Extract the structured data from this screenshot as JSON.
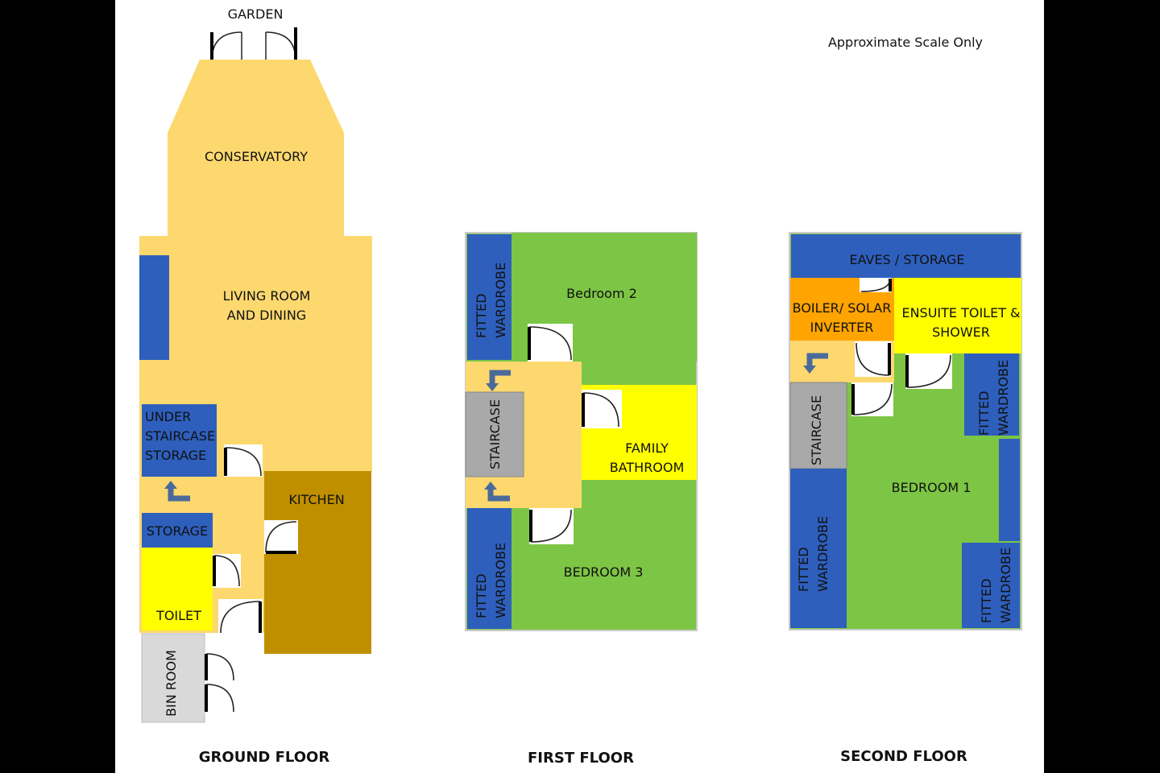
{
  "scale_note": "Approximate Scale Only",
  "colors": {
    "page": "#ffffff",
    "background": "#000000",
    "living": "#fcd86f",
    "storage": "#2e5fbd",
    "bedroom": "#7dc544",
    "bathroom": "#ffff00",
    "kitchen": "#c08f00",
    "staircase": "#a9a9a9",
    "bin_room": "#d9d9d9",
    "boiler": "#ffa400",
    "border": "#c9c9c9"
  },
  "ground_floor": {
    "title": "GROUND FLOOR",
    "garden": "GARDEN",
    "conservatory": "CONSERVATORY",
    "living_line1": "LIVING ROOM",
    "living_line2": "AND DINING",
    "under_stair_line1": "UNDER",
    "under_stair_line2": "STAIRCASE",
    "under_stair_line3": "STORAGE",
    "kitchen": "KITCHEN",
    "storage": "STORAGE",
    "toilet": "TOILET",
    "bin_room": "BIN ROOM"
  },
  "first_floor": {
    "title": "FIRST FLOOR",
    "bedroom2": "Bedroom 2",
    "bedroom3": "BEDROOM 3",
    "bathroom_line1": "FAMILY",
    "bathroom_line2": "BATHROOM",
    "staircase": "STAIRCASE",
    "wardrobe_line1": "FITTED",
    "wardrobe_line2": "WARDROBE"
  },
  "second_floor": {
    "title": "SECOND FLOOR",
    "eaves": "EAVES / STORAGE",
    "boiler_line1": "BOILER/ SOLAR",
    "boiler_line2": "INVERTER",
    "ensuite_line1": "ENSUITE TOILET &",
    "ensuite_line2": "SHOWER",
    "bedroom1": "BEDROOM 1",
    "staircase": "STAIRCASE",
    "wardrobe_line1": "FITTED",
    "wardrobe_line2": "WARDROBE"
  }
}
